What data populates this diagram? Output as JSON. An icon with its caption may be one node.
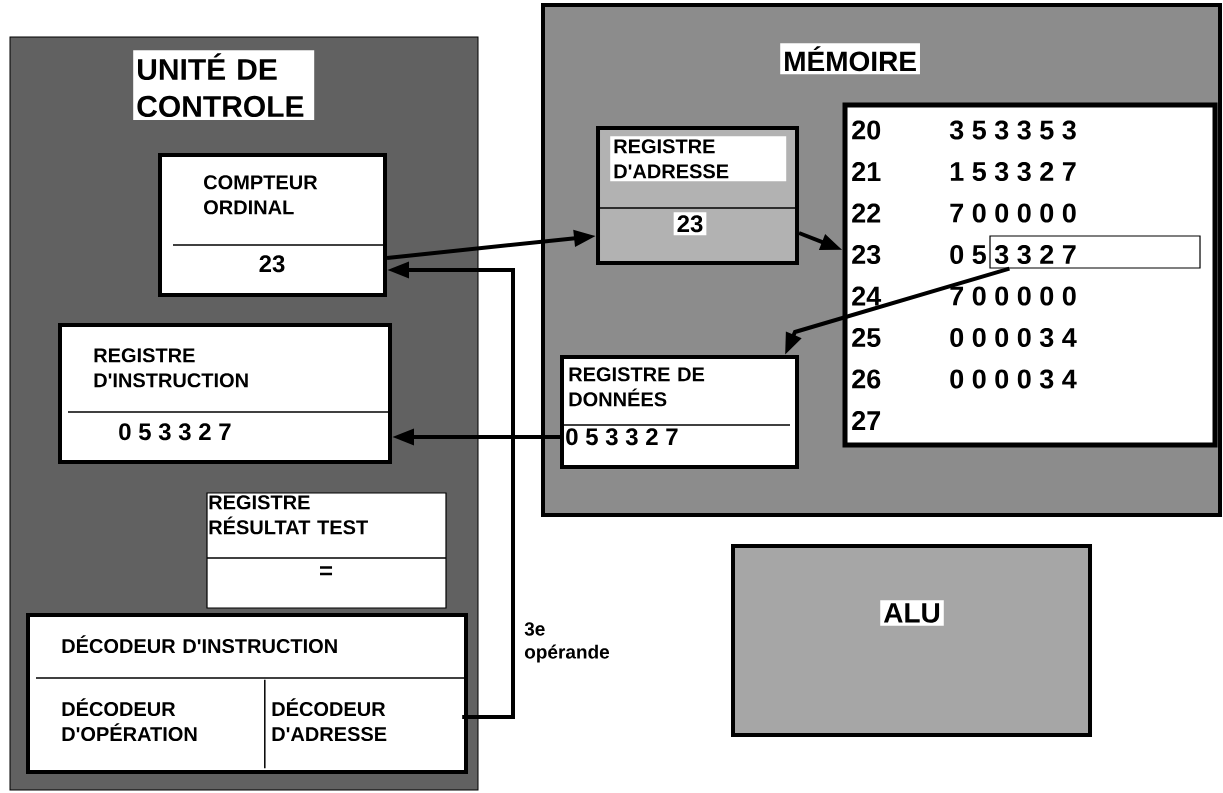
{
  "diagram": {
    "nodes": [
      {
        "text": [
          "UNITÉ DE CONTROLE"
        ]
      },
      {
        "text": [
          "COMPTEUR ORDINAL",
          "23"
        ],
        "in": 0
      },
      {
        "text": [
          "REGISTRE D'INSTRUCTION",
          "0 5 3 3 2 7"
        ],
        "in": 0
      },
      {
        "text": [
          "REGISTRE RÉSULTAT TEST",
          "="
        ],
        "in": 0
      },
      {
        "text": [
          "DÉCODEUR D'INSTRUCTION"
        ],
        "in": 0
      },
      {
        "text": [
          "DÉCODEUR D'OPÉRATION"
        ],
        "in": 4
      },
      {
        "text": [
          "DÉCODEUR D'ADRESSE"
        ],
        "in": 4
      },
      {
        "text": [
          "MÉMOIRE"
        ]
      },
      {
        "text": [
          "REGISTRE D'ADRESSE",
          "23"
        ],
        "in": 7
      },
      {
        "text": [
          "REGISTRE DE DONNÉES",
          "0 5 3 3 2 7"
        ],
        "in": 7
      },
      {
        "text": [],
        "shape": "box",
        "in": 7
      },
      {
        "text": [],
        "shape": "box",
        "in": 10
      },
      {
        "text": [
          "ALU"
        ]
      }
    ],
    "edges": [
      {
        "from": 1,
        "to": 8,
        "arrow": "to"
      },
      {
        "from": 8,
        "to": 10,
        "arrow": "to"
      },
      {
        "from": 11,
        "to": 9,
        "arrow": "to"
      },
      {
        "from": 9,
        "to": 2,
        "arrow": "to"
      },
      {
        "from": 6,
        "to": 1,
        "arrow": "to",
        "label": "3e opérande"
      }
    ],
    "labels": [
      "20",
      "3 5 3 3 5 3",
      "21",
      "1 5 3 3 2 7",
      "22",
      "7 0 0 0 0 0",
      "23",
      "0 5 3 3 2 7",
      "24",
      "7 0 0 0 0 0",
      "25",
      "0 0 0 0 3 4",
      "26",
      "0 0 0 0 3 4",
      "27"
    ]
  }
}
